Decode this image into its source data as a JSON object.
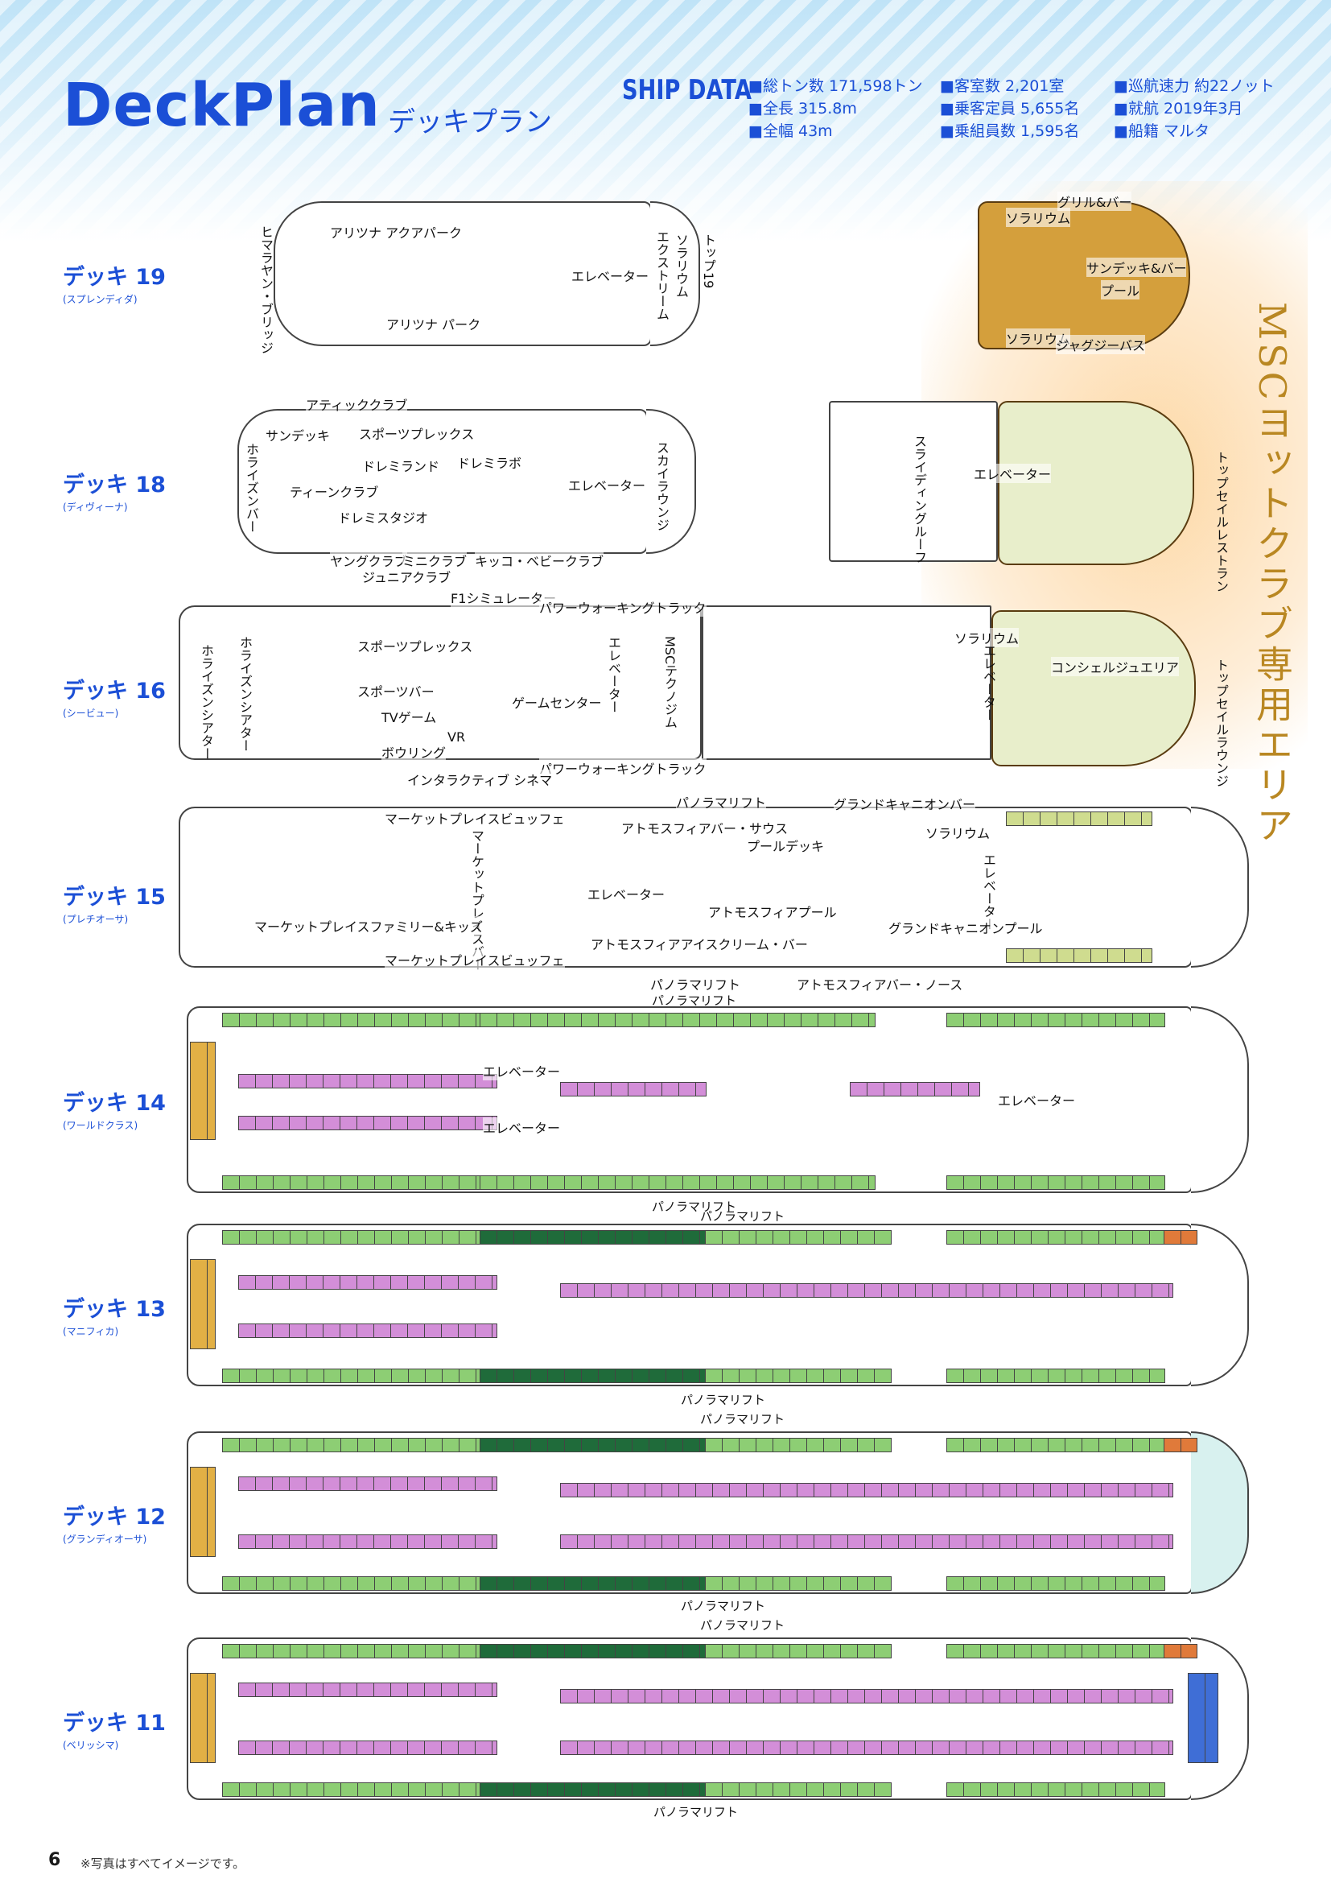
{
  "header": {
    "title": "DeckPlan",
    "subtitle": "デッキプラン",
    "ship_data_label": "SHIP DATA"
  },
  "specs": {
    "gross_tonnage": "■総トン数 171,598トン",
    "length": "■全長 315.8m",
    "width": "■全幅 43m",
    "cabins": "■客室数 2,201室",
    "passengers": "■乗客定員 5,655名",
    "crew": "■乗組員数 1,595名",
    "speed": "■巡航速力 約22ノット",
    "maiden": "■就航 2019年3月",
    "registry": "■船籍 マルタ"
  },
  "yacht_club_label": "MSCヨットクラブ専用エリア",
  "decks": [
    {
      "num": "デッキ 19",
      "name": "(スプレンディダ)"
    },
    {
      "num": "デッキ 18",
      "name": "(ディヴィーナ)"
    },
    {
      "num": "デッキ 16",
      "name": "(シービュー)"
    },
    {
      "num": "デッキ 15",
      "name": "(プレチオーサ)"
    },
    {
      "num": "デッキ 14",
      "name": "(ワールドクラス)"
    },
    {
      "num": "デッキ 13",
      "name": "(マニフィカ)"
    },
    {
      "num": "デッキ 12",
      "name": "(グランディオーサ)"
    },
    {
      "num": "デッキ 11",
      "name": "(ベリッシマ)"
    }
  ],
  "d19": {
    "himalaya": "ヒマラヤン・ブリッジ",
    "aquapark": "アリツナ アクアパーク",
    "aquapark2": "アリツナ パーク",
    "elevator": "エレベーター",
    "extreme": "エクストリーム",
    "solarium": "ソラリウム",
    "top19": "トップ19",
    "grill": "グリル&バー",
    "solarium_y": "ソラリウム",
    "sundeck": "サンデッキ&バー",
    "pool": "プール",
    "solarium_y2": "ソラリウム",
    "jacuzzi": "ジャグジーバス"
  },
  "d18": {
    "attic": "アティッククラブ",
    "sundeck": "サンデッキ",
    "horizon": "ホライズンバー",
    "sportplex": "スポーツプレックス",
    "doremiland": "ドレミランド",
    "doremilab": "ドレミラボ",
    "teen": "ティーンクラブ",
    "doremi_studio": "ドレミスタジオ",
    "elevator": "エレベーター",
    "skylounge": "スカイラウンジ",
    "young": "ヤングクラブ",
    "mini": "ミニクラブ",
    "kikko": "キッコ・ベビークラブ",
    "junior": "ジュニアクラブ",
    "sliding": "スライディングルーフ",
    "elevator_y": "エレベーター",
    "topsail": "トップセイルレストラン"
  },
  "d16": {
    "f1": "F1シミュレーター",
    "walking": "パワーウォーキングトラック",
    "horizon_theater": "ホライズンシアター",
    "horizon_a": "ホライズンシアター",
    "sportplex": "スポーツプレックス",
    "sportsbar": "スポーツバー",
    "tvgame": "TVゲーム",
    "bowling": "ボウリング",
    "vr": "VR",
    "gamecenter": "ゲームセンター",
    "elevator": "エレベーター",
    "gym": "MSCテクノジム",
    "walking2": "パワーウォーキングトラック",
    "cinema": "インタラクティブ シネマ",
    "solarium": "ソラリウム",
    "elevator_y": "エレベーター",
    "concierge": "コンシェルジュエリア",
    "topsail": "トップセイルラウンジ"
  },
  "d15": {
    "panorama": "パノラマリフト",
    "grand_bar": "グランドキャニオンバー",
    "buffet": "マーケットプレイスビュッフェ",
    "atmosphere": "アトモスフィアバー・サウス",
    "pooldeck": "プールデッキ",
    "solarium": "ソラリウム",
    "elevator": "エレベーター",
    "market_bar": "マーケットプレイスバー",
    "atmos_pool": "アトモスフィアプール",
    "grand_pool": "グランドキャニオンプール",
    "family": "マーケットプレイスファミリー&キッズ",
    "atmos_ice": "アトモスフィアアイスクリーム・バー",
    "buffet2": "マーケットプレイスビュッフェ",
    "panorama2": "パノラマリフト",
    "atmos_north": "アトモスフィアバー・ノース",
    "elevator_y": "エレベーター"
  },
  "lifts": {
    "d14_top": "パノラマリフト",
    "d14_bottom": "パノラマリフト",
    "d13_top": "パノラマリフト",
    "d13_bottom": "パノラマリフト",
    "d12_top": "パノラマリフト",
    "d12_bottom": "パノラマリフト",
    "d11_top": "パノラマリフト",
    "d11_bottom": "パノラマリフト"
  },
  "elevators": {
    "a": "エレベーター",
    "b": "エレベーター",
    "c": "エレベーター"
  },
  "colors": {
    "accent": "#1b4fd6",
    "balcony": "#8dce74",
    "suite": "#d38ed8",
    "yacht": "#d49f3c",
    "deep_green": "#1f6b3a",
    "orange": "#e07a3a",
    "blue": "#3f6ed6"
  },
  "footer": {
    "page": "6",
    "note": "※写真はすべてイメージです。"
  }
}
